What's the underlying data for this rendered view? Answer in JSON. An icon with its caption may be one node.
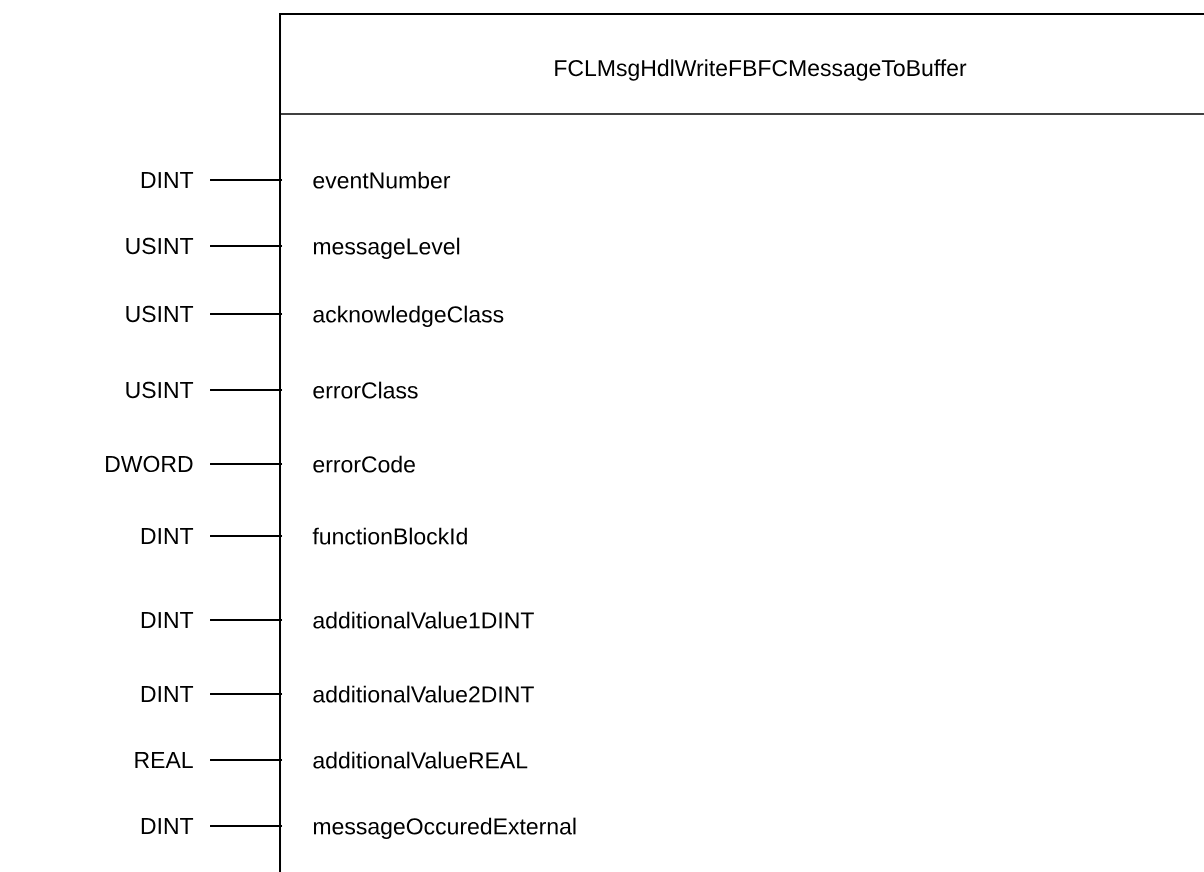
{
  "diagram": {
    "nodes": [
      {
        "text": [
          "FCLMsgHdlWriteFBFCMessageToBuffer"
        ]
      },
      {
        "text": [
          "DINT"
        ]
      },
      {
        "text": [
          "USINT"
        ]
      },
      {
        "text": [
          "USINT"
        ]
      },
      {
        "text": [
          "USINT"
        ]
      },
      {
        "text": [
          "DWORD"
        ]
      },
      {
        "text": [
          "DINT"
        ]
      },
      {
        "text": [
          "DINT"
        ]
      },
      {
        "text": [
          "DINT"
        ]
      },
      {
        "text": [
          "REAL"
        ]
      },
      {
        "text": [
          "DINT"
        ]
      },
      {
        "text": [
          "eventNumber"
        ],
        "in": 0
      },
      {
        "text": [
          "messageLevel"
        ],
        "in": 0
      },
      {
        "text": [
          "acknowledgeClass"
        ],
        "in": 0
      },
      {
        "text": [
          "errorClass"
        ],
        "in": 0
      },
      {
        "text": [
          "errorCode"
        ],
        "in": 0
      },
      {
        "text": [
          "functionBlockId"
        ],
        "in": 0
      },
      {
        "text": [
          "additionalValue1DINT"
        ],
        "in": 0
      },
      {
        "text": [
          "additionalValue2DINT"
        ],
        "in": 0
      },
      {
        "text": [
          "additionalValueREAL"
        ],
        "in": 0
      },
      {
        "text": [
          "messageOccuredExternal"
        ],
        "in": 0
      }
    ],
    "edges": [
      {
        "from": 1,
        "to": 11,
        "arrow": "none"
      },
      {
        "from": 2,
        "to": 12,
        "arrow": "none"
      },
      {
        "from": 3,
        "to": 13,
        "arrow": "none"
      },
      {
        "from": 4,
        "to": 14,
        "arrow": "none"
      },
      {
        "from": 5,
        "to": 15,
        "arrow": "none"
      },
      {
        "from": 6,
        "to": 16,
        "arrow": "none"
      },
      {
        "from": 7,
        "to": 17,
        "arrow": "none"
      },
      {
        "from": 8,
        "to": 18,
        "arrow": "none"
      },
      {
        "from": 9,
        "to": 19,
        "arrow": "none"
      },
      {
        "from": 10,
        "to": 20,
        "arrow": "none"
      }
    ]
  }
}
